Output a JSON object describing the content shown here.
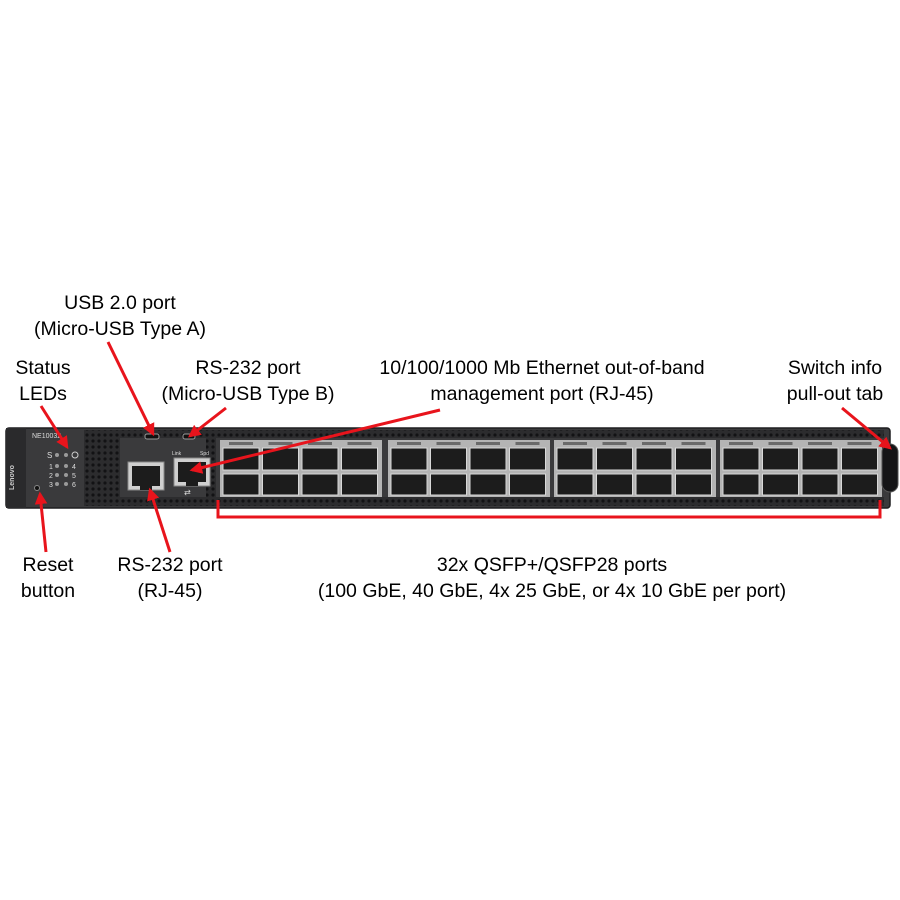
{
  "device": {
    "model_label": "NE10032",
    "brand_vertical": "Lenovo",
    "led_labels": [
      "S",
      "1",
      "2",
      "3",
      "4",
      "5",
      "6"
    ],
    "link_label": "Link",
    "speed_label": "Spd"
  },
  "callouts": {
    "usb_line1": "USB 2.0 port",
    "usb_line2": "(Micro-USB Type A)",
    "rs232_usb_line1": "RS-232 port",
    "rs232_usb_line2": "(Micro-USB Type B)",
    "oob_line1": "10/100/1000 Mb Ethernet out-of-band",
    "oob_line2": "management port (RJ-45)",
    "status_line1": "Status",
    "status_line2": "LEDs",
    "tab_line1": "Switch info",
    "tab_line2": "pull-out tab",
    "reset_line1": "Reset",
    "reset_line2": "button",
    "rs232_rj_line1": "RS-232 port",
    "rs232_rj_line2": "(RJ-45)",
    "qsfp_line1": "32x QSFP+/QSFP28 ports",
    "qsfp_line2": "(100 GbE, 40 GbE, 4x 25 GbE, or 4x 10 GbE per port)"
  },
  "colors": {
    "arrow": "#e8141c",
    "chassis": "#3a3a3c",
    "chassis_dark": "#262628",
    "port_frame": "#b4b4b4",
    "port_hole": "#1c1c1c"
  }
}
